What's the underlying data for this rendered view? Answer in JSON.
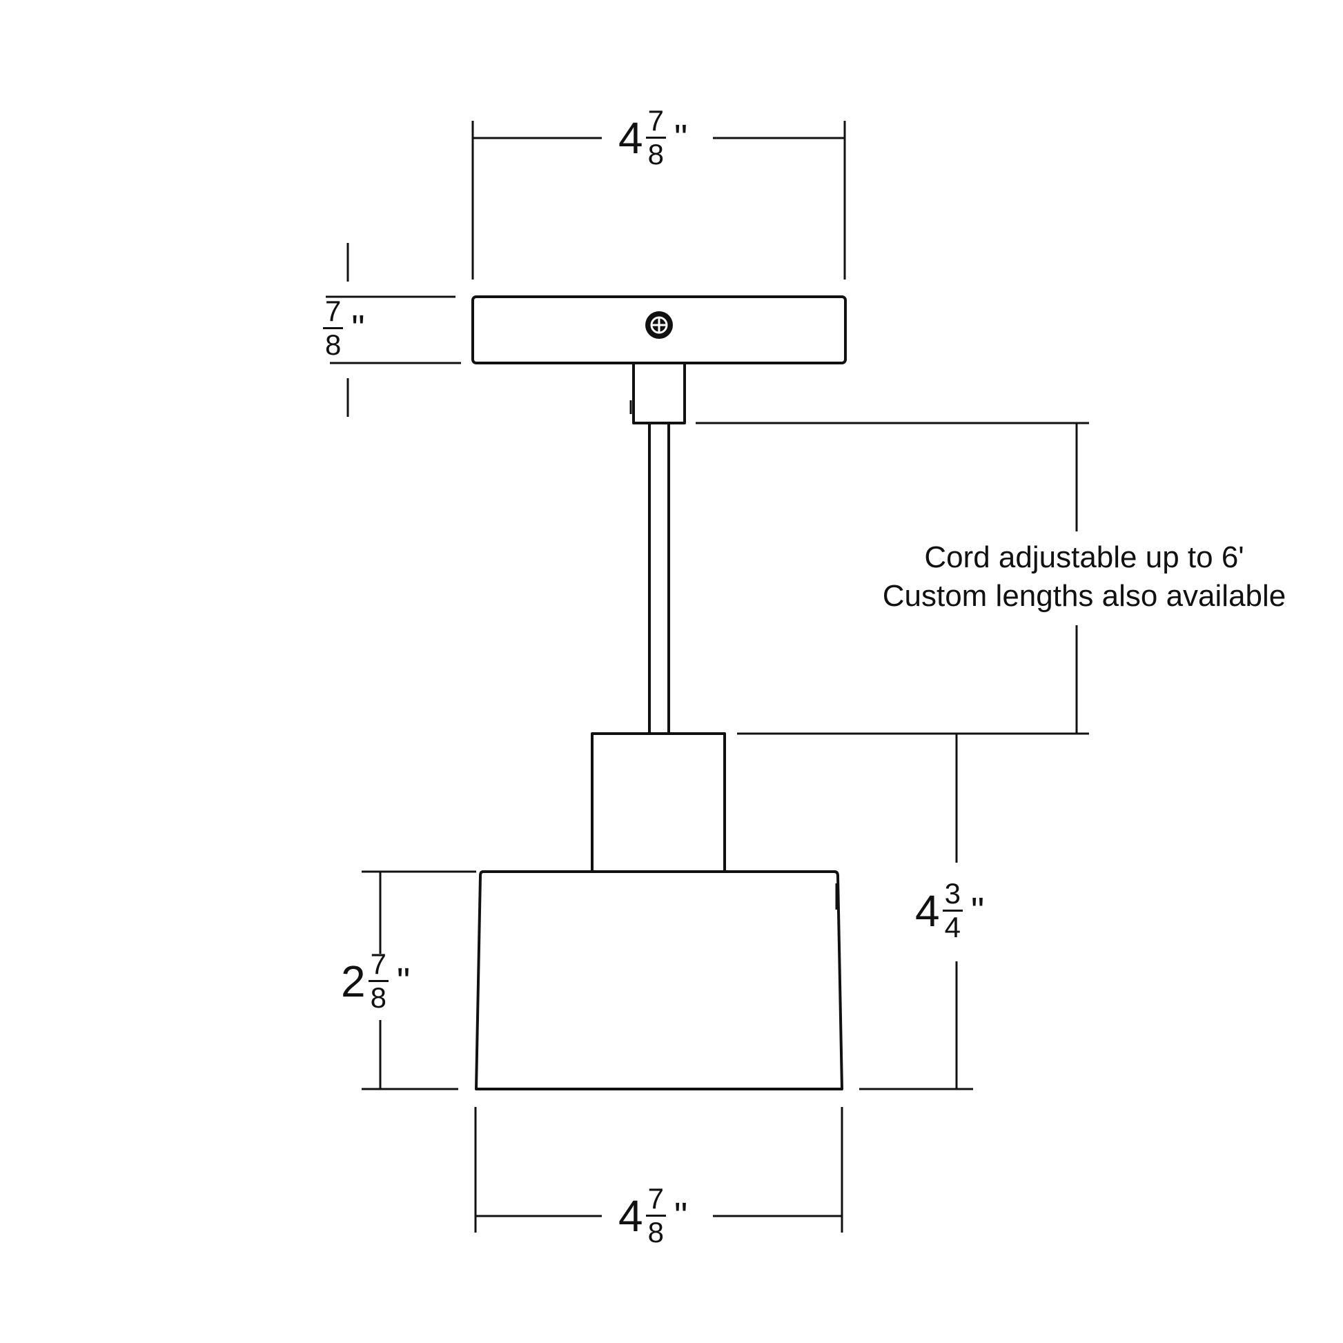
{
  "dimensions": {
    "canopy_width": {
      "whole": "4",
      "numerator": "7",
      "denominator": "8",
      "unit": "\""
    },
    "canopy_height": {
      "whole": "",
      "numerator": "7",
      "denominator": "8",
      "unit": "\""
    },
    "shade_height": {
      "whole": "2",
      "numerator": "7",
      "denominator": "8",
      "unit": "\""
    },
    "fixture_height": {
      "whole": "4",
      "numerator": "3",
      "denominator": "4",
      "unit": "\""
    },
    "shade_width": {
      "whole": "4",
      "numerator": "7",
      "denominator": "8",
      "unit": "\""
    }
  },
  "cord_note": {
    "line1": "Cord adjustable up to 6'",
    "line2": "Custom lengths also available"
  },
  "colors": {
    "stroke": "#111111",
    "background": "#ffffff"
  }
}
